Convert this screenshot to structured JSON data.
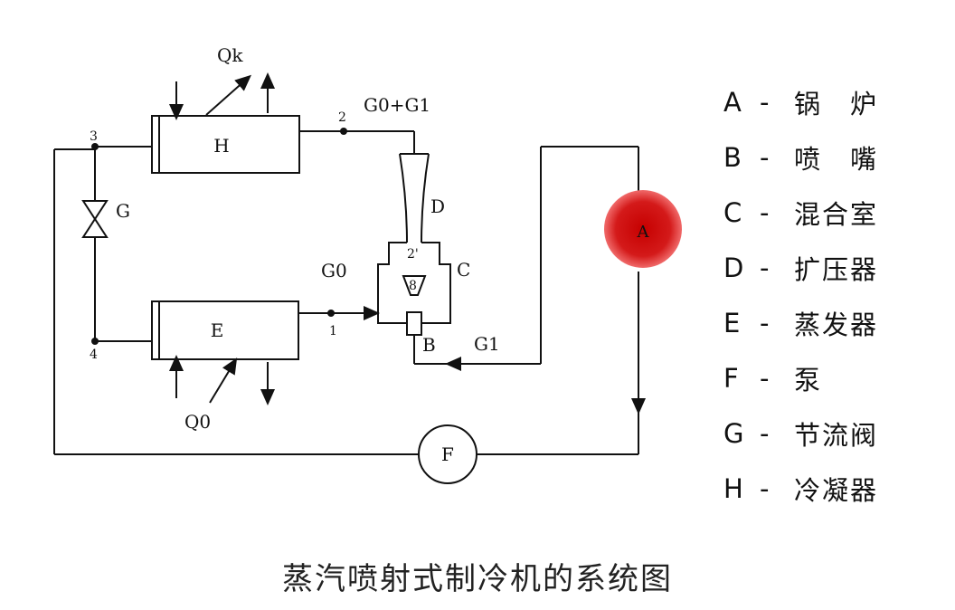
{
  "diagram": {
    "labels": {
      "qk": "Qk",
      "h": "H",
      "e": "E",
      "g": "G",
      "d": "D",
      "c": "C",
      "b": "B",
      "f": "F",
      "q0": "Q0",
      "g0": "G0",
      "g1": "G1",
      "g0_plus_g1": "G0+G1",
      "node_1": "1",
      "node_2": "2",
      "node_2_prime": "2'",
      "node_3": "3",
      "node_4": "4",
      "node_8": "8",
      "boiler_mark": "A"
    },
    "colors": {
      "line": "#111111",
      "boiler": "#d41a1a"
    }
  },
  "legend": [
    {
      "key": "A",
      "dash": "-",
      "text": "锅　炉"
    },
    {
      "key": "B",
      "dash": "-",
      "text": "喷　嘴"
    },
    {
      "key": "C",
      "dash": "-",
      "text": "混合室"
    },
    {
      "key": "D",
      "dash": "-",
      "text": "扩压器"
    },
    {
      "key": "E",
      "dash": "-",
      "text": "蒸发器"
    },
    {
      "key": "F",
      "dash": "-",
      "text": "泵"
    },
    {
      "key": "G",
      "dash": "-",
      "text": "节流阀"
    },
    {
      "key": "H",
      "dash": "-",
      "text": "冷凝器"
    }
  ],
  "caption": "蒸汽喷射式制冷机的系统图"
}
